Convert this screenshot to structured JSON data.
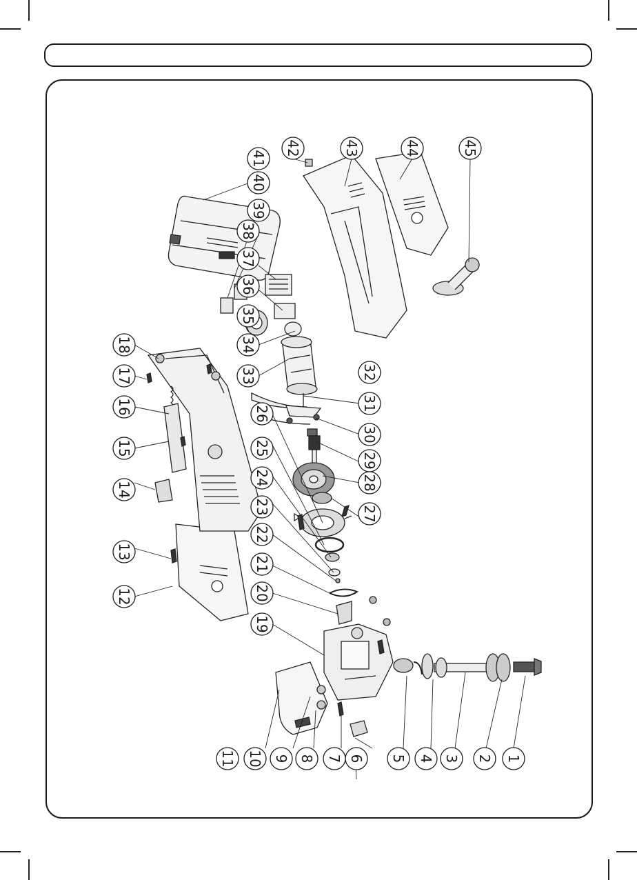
{
  "diagram": {
    "parts": [
      {
        "id": "1",
        "label": "1"
      },
      {
        "id": "2",
        "label": "2"
      },
      {
        "id": "3",
        "label": "3"
      },
      {
        "id": "4",
        "label": "4"
      },
      {
        "id": "5",
        "label": "5"
      },
      {
        "id": "6",
        "label": "6"
      },
      {
        "id": "7",
        "label": "7"
      },
      {
        "id": "8",
        "label": "8"
      },
      {
        "id": "9",
        "label": "9"
      },
      {
        "id": "10",
        "label": "10"
      },
      {
        "id": "11",
        "label": "11"
      },
      {
        "id": "12",
        "label": "12"
      },
      {
        "id": "13",
        "label": "13"
      },
      {
        "id": "14",
        "label": "14"
      },
      {
        "id": "15",
        "label": "15"
      },
      {
        "id": "16",
        "label": "16"
      },
      {
        "id": "17",
        "label": "17"
      },
      {
        "id": "18",
        "label": "18"
      },
      {
        "id": "19",
        "label": "19"
      },
      {
        "id": "20",
        "label": "20"
      },
      {
        "id": "21",
        "label": "21"
      },
      {
        "id": "22",
        "label": "22"
      },
      {
        "id": "23",
        "label": "23"
      },
      {
        "id": "24",
        "label": "24"
      },
      {
        "id": "25",
        "label": "25"
      },
      {
        "id": "26",
        "label": "26"
      },
      {
        "id": "27",
        "label": "27"
      },
      {
        "id": "28",
        "label": "28"
      },
      {
        "id": "29",
        "label": "29"
      },
      {
        "id": "30",
        "label": "30"
      },
      {
        "id": "31",
        "label": "31"
      },
      {
        "id": "32",
        "label": "32"
      },
      {
        "id": "33",
        "label": "33"
      },
      {
        "id": "34",
        "label": "34"
      },
      {
        "id": "35",
        "label": "35"
      },
      {
        "id": "36",
        "label": "36"
      },
      {
        "id": "37",
        "label": "37"
      },
      {
        "id": "38",
        "label": "38"
      },
      {
        "id": "39",
        "label": "39"
      },
      {
        "id": "40",
        "label": "40"
      },
      {
        "id": "41",
        "label": "41"
      },
      {
        "id": "42",
        "label": "42"
      },
      {
        "id": "43",
        "label": "43"
      },
      {
        "id": "44",
        "label": "44"
      },
      {
        "id": "45",
        "label": "45"
      }
    ]
  }
}
